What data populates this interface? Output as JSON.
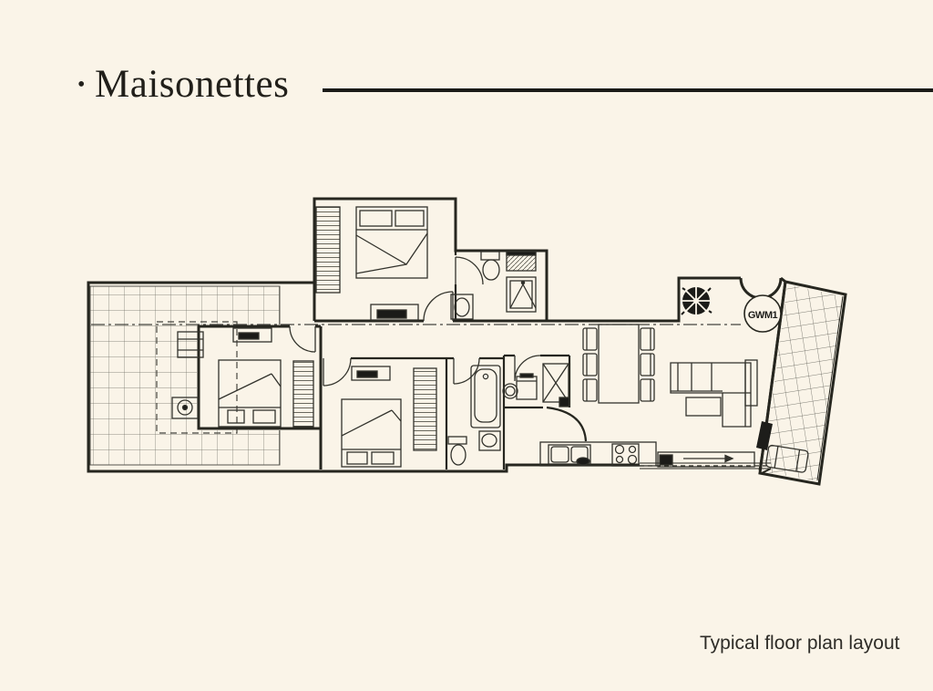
{
  "page": {
    "background_color": "#faf4e8",
    "rule_color": "#1b1b18"
  },
  "header": {
    "bullet": "•",
    "title": "Maisonettes"
  },
  "plan": {
    "gwm1_label": "GWM1",
    "icons": [
      "plant-icon",
      "water-heater-icon",
      "shower-icon",
      "bathtub-icon",
      "toilet-icon",
      "sink-icon",
      "double-bed-icon",
      "wardrobe-icon",
      "sofa-icon",
      "dining-table-icon",
      "cooktop-icon",
      "kitchen-sink-icon",
      "washing-machine-icon",
      "lounge-chair-icon"
    ]
  },
  "footer": {
    "caption": "Typical floor plan layout"
  }
}
